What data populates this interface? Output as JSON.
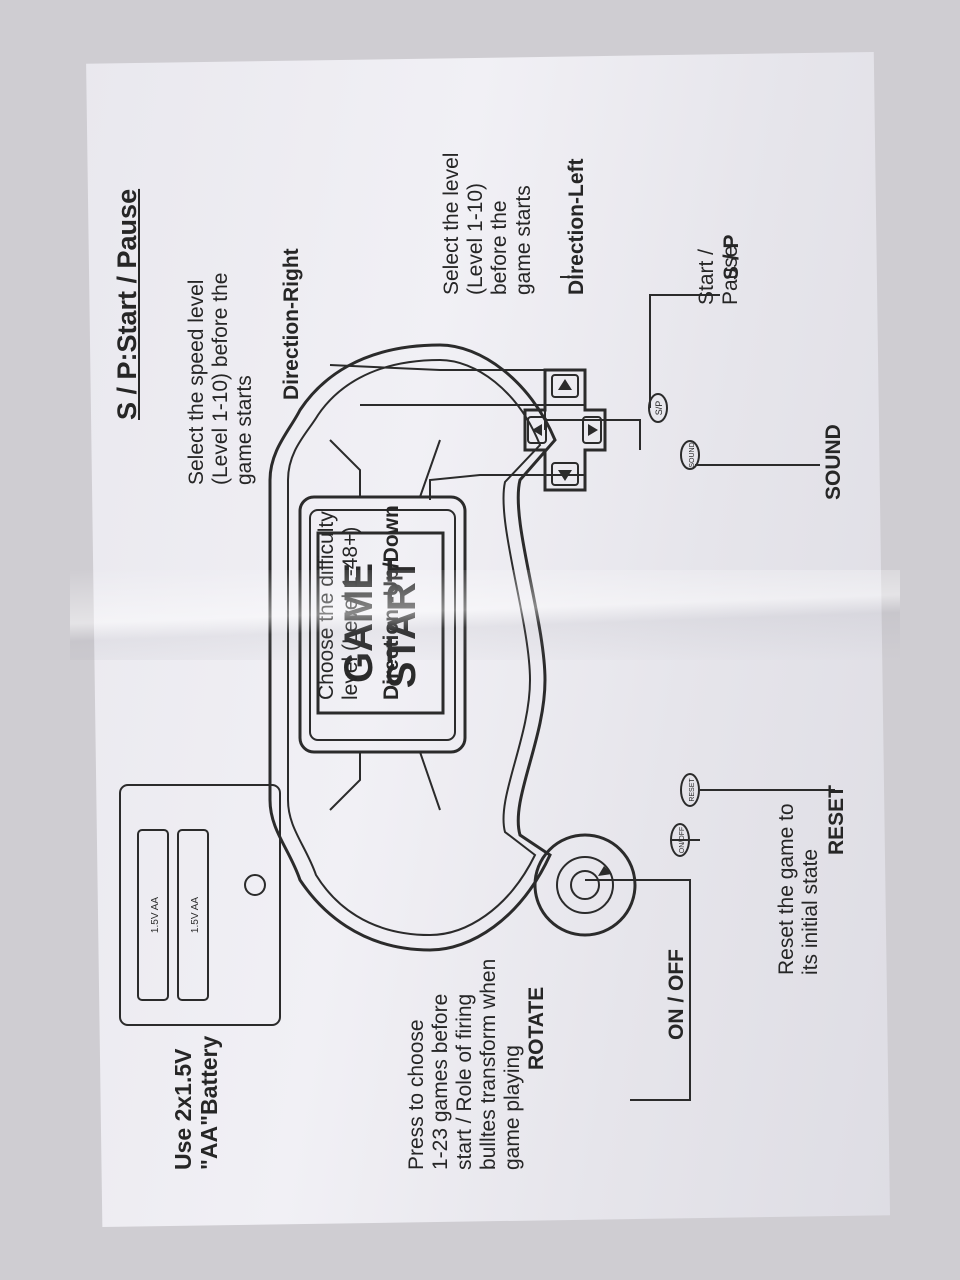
{
  "labels": {
    "sp_title": "S / P",
    "sp_desc": "Start /\nPause",
    "dir_left_title": "Direction-Left",
    "dir_left_desc": "Select the level\n(Level 1-10)\nbefore the\ngame starts",
    "dir_right_title": "Direction-Right",
    "dir_right_desc": "Select the speed level\n(Level 1-10) before the\ngame starts",
    "sound": "SOUND",
    "dir_updown_title": "Direction -Up/Down",
    "dir_updown_desc": "Choose the difficulty\nlevel (Level 1-48+)",
    "reset_title": "RESET",
    "reset_desc": "Reset the game to\nits initial state",
    "onoff": "ON / OFF",
    "rotate_title": "ROTATE",
    "rotate_desc": "Press to choose\n1-23 games before\nstart / Role of firing\nbulltes transform when\ngame playing",
    "battery": "Use 2x1.5V\n\"AA\"Battery",
    "footer": "S / P:Start / Pause"
  },
  "device": {
    "screen_text_1": "GAME",
    "screen_text_2": "START",
    "btn_sp": "S/P",
    "btn_sound": "SOUND",
    "btn_reset": "RESET",
    "btn_onoff": "ON/OFF",
    "battery_cell_1": "1.5V AA",
    "battery_cell_2": "1.5V AA"
  }
}
